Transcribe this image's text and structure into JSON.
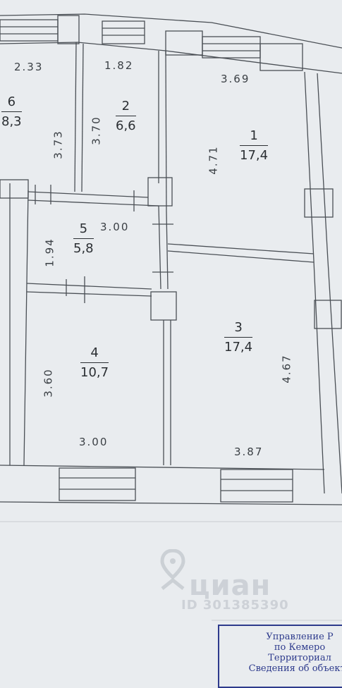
{
  "rooms": [
    {
      "number": "6",
      "area": "8,3"
    },
    {
      "number": "2",
      "area": "6,6"
    },
    {
      "number": "1",
      "area": "17,4"
    },
    {
      "number": "5",
      "area": "5,8"
    },
    {
      "number": "3",
      "area": "17,4"
    },
    {
      "number": "4",
      "area": "10,7"
    }
  ],
  "dimensions": {
    "room6_width": "2.33",
    "room6_height": "3.73",
    "room2_width": "1.82",
    "room2_height": "3.70",
    "room1_width": "3.69",
    "room1_height": "4.71",
    "room5_width": "3.00",
    "room5_height": "1.94",
    "room4_height": "3.60",
    "room4_width": "3.00",
    "room3_height": "4.67",
    "room3_width": "3.87"
  },
  "watermark": {
    "brand": "циан",
    "id": "ID 301385390"
  },
  "stamp": {
    "line1": "Управление Р",
    "line2": "по Кемеро",
    "line3": "Территориал",
    "line4": "Сведения об объекте"
  }
}
